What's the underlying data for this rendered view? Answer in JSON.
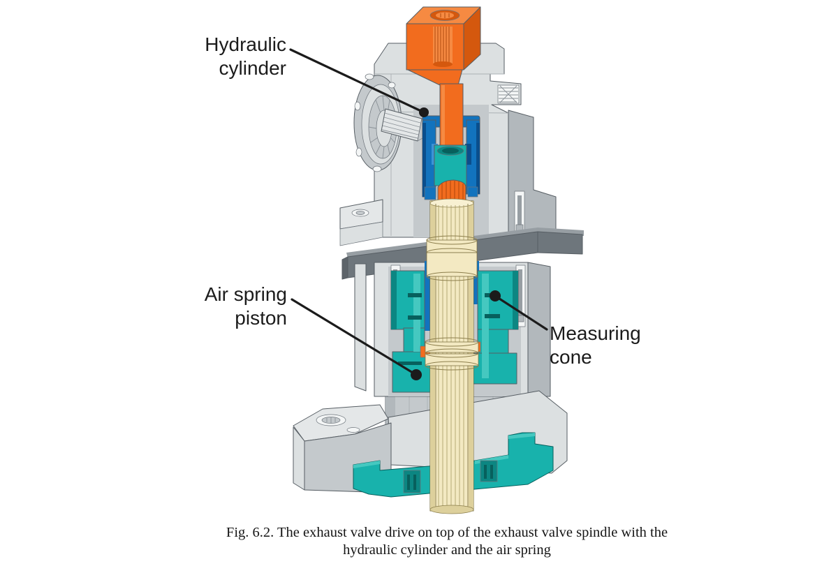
{
  "figure": {
    "caption": {
      "line1": "Fig. 6.2. The exhaust valve drive on top of the exhaust valve spindle with the",
      "line2": "hydraulic cylinder and the air spring"
    },
    "labels": {
      "hydraulic_cylinder": {
        "line1": "Hydraulic",
        "line2": "cylinder"
      },
      "air_spring_piston": {
        "line1": "Air spring",
        "line2": "piston"
      },
      "measuring_cone": {
        "line1": "Measuring",
        "line2": "cone"
      }
    },
    "colors": {
      "background": "#ffffff",
      "text": "#1b1b1b",
      "leader_line": "#1b1b1b",
      "actuator_orange": "#f26c1e",
      "hydraulic_cylinder_blue": "#1273be",
      "air_spring_teal": "#18b2ac",
      "spindle_beige": "#f3e9c2",
      "housing_gray": "#dce0e1",
      "flange_plate_gray": "#6e767c"
    },
    "parts": [
      {
        "name": "hydraulic cylinder",
        "color": "#1273be"
      },
      {
        "name": "air spring piston",
        "color": "#18b2ac"
      },
      {
        "name": "measuring cone",
        "color": "#18b2ac"
      },
      {
        "name": "actuator block",
        "color": "#f26c1e"
      },
      {
        "name": "exhaust valve spindle",
        "color": "#f3e9c2"
      },
      {
        "name": "housing",
        "color": "#dce0e1"
      }
    ]
  }
}
